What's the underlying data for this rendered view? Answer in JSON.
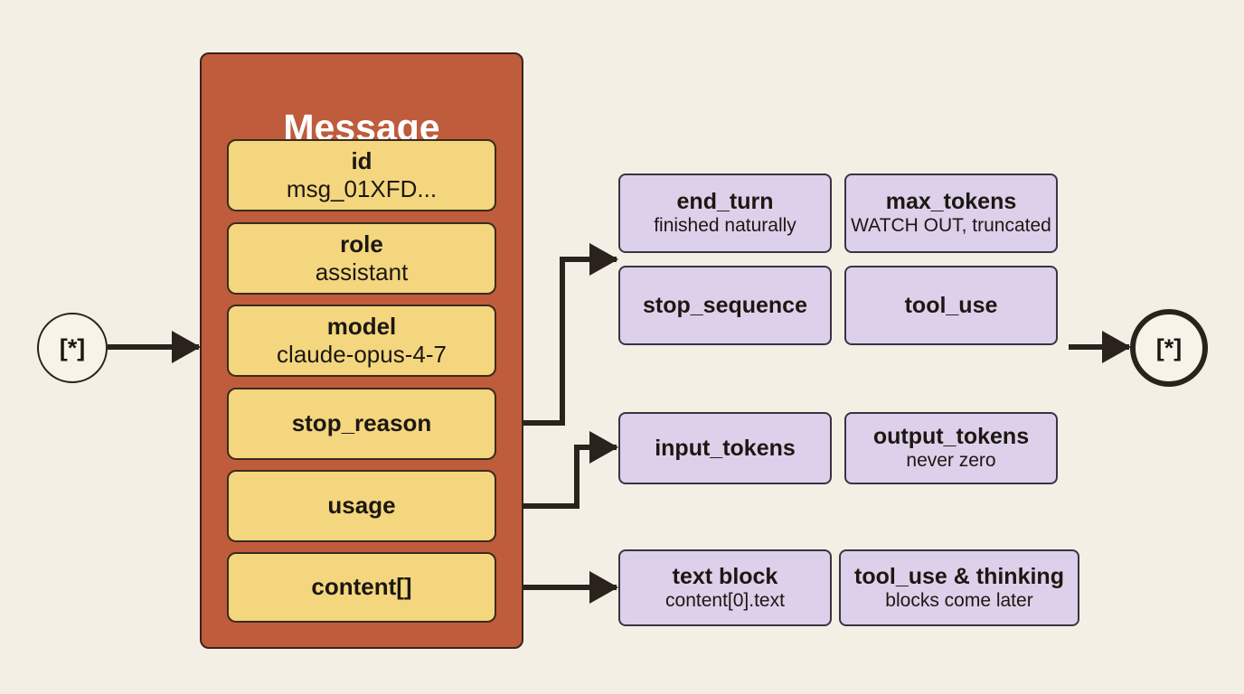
{
  "start_node": {
    "label": "[*]"
  },
  "end_node": {
    "label": "[*]"
  },
  "message": {
    "title": "Message",
    "fields": [
      {
        "name": "id",
        "value": "msg_01XFD..."
      },
      {
        "name": "role",
        "value": "assistant"
      },
      {
        "name": "model",
        "value": "claude-opus-4-7"
      },
      {
        "name": "stop_reason",
        "value": ""
      },
      {
        "name": "usage",
        "value": ""
      },
      {
        "name": "content[]",
        "value": ""
      }
    ]
  },
  "stop_reasons": [
    {
      "name": "end_turn",
      "note": "finished naturally"
    },
    {
      "name": "max_tokens",
      "note": "WATCH OUT, truncated"
    },
    {
      "name": "stop_sequence",
      "note": ""
    },
    {
      "name": "tool_use",
      "note": ""
    }
  ],
  "usage": [
    {
      "name": "input_tokens",
      "note": ""
    },
    {
      "name": "output_tokens",
      "note": "never zero"
    }
  ],
  "content": [
    {
      "name": "text block",
      "note": "content[0].text"
    },
    {
      "name": "tool_use & thinking",
      "note": "blocks come later"
    }
  ],
  "colors": {
    "background": "#f3efe4",
    "message_box": "#bf5c3c",
    "field_box": "#f3d67e",
    "option_box": "#ddd0ea",
    "arrow": "#2a221c"
  }
}
